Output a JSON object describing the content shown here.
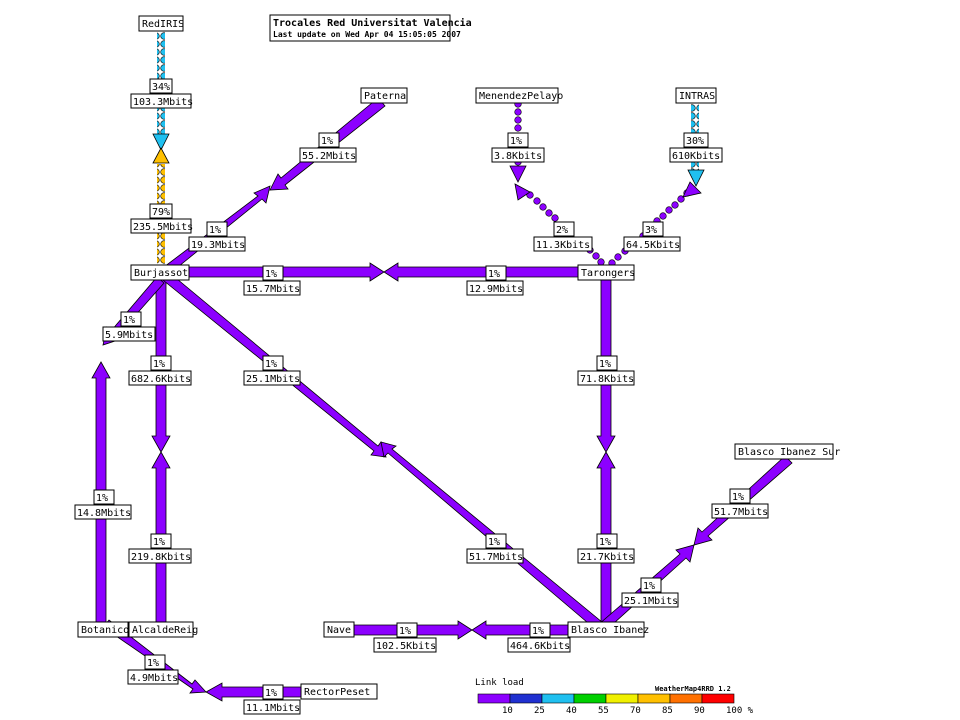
{
  "header": {
    "title": "Trocales Red Universitat Valencia",
    "updated": "Last update on Wed Apr 04 15:05:05 2007"
  },
  "colors": {
    "low": "#8c00ff",
    "blue": "#20c0f0",
    "orange": "#ffc000",
    "outline": "#000000"
  },
  "nodes": {
    "rediris": "RedIRIS",
    "paterna": "Paterna",
    "menendez": "MenendezPelayo",
    "intras": "INTRAS",
    "burjassot": "Burjassot",
    "tarongers": "Tarongers",
    "blasco_sur": "Blasco Ibanez Sur",
    "botanico": "Botanico",
    "alcalde": "AlcaldeReig",
    "nave": "Nave",
    "blasco": "Blasco Ibanez",
    "rector": "RectorPeset"
  },
  "links": {
    "rediris_in_pct": "34%",
    "rediris_in_bw": "103.3Mbits",
    "rediris_out_pct": "79%",
    "rediris_out_bw": "235.5Mbits",
    "paterna_in_pct": "1%",
    "paterna_in_bw": "55.2Mbits",
    "paterna_out_pct": "1%",
    "paterna_out_bw": "19.3Mbits",
    "menendez_in_pct": "1%",
    "menendez_in_bw": "3.8Kbits",
    "menendez_out_pct": "2%",
    "menendez_out_bw": "11.3Kbits",
    "intras_in_pct": "30%",
    "intras_in_bw": "610Kbits",
    "intras_out_pct": "3%",
    "intras_out_bw": "64.5Kbits",
    "bt_a_pct": "1%",
    "bt_a_bw": "15.7Mbits",
    "bt_b_pct": "1%",
    "bt_b_bw": "12.9Mbits",
    "bbot_a_pct": "1%",
    "bbot_a_bw": "5.9Mbits",
    "bbot_b_pct": "1%",
    "bbot_b_bw": "14.8Mbits",
    "balc_a_pct": "1%",
    "balc_a_bw": "682.6Kbits",
    "balc_b_pct": "1%",
    "balc_b_bw": "219.8Kbits",
    "bbl_a_pct": "1%",
    "bbl_a_bw": "25.1Mbits",
    "bbl_b_pct": "1%",
    "bbl_b_bw": "51.7Mbits",
    "tbl_a_pct": "1%",
    "tbl_a_bw": "71.8Kbits",
    "tbl_b_pct": "1%",
    "tbl_b_bw": "21.7Kbits",
    "bsur_a_pct": "1%",
    "bsur_a_bw": "51.7Mbits",
    "bsur_b_pct": "1%",
    "bsur_b_bw": "25.1Mbits",
    "nave_a_pct": "1%",
    "nave_a_bw": "102.5Kbits",
    "nave_b_pct": "1%",
    "nave_b_bw": "464.6Kbits",
    "rector_a_pct": "1%",
    "rector_a_bw": "4.9Mbits",
    "rector_b_pct": "1%",
    "rector_b_bw": "11.1Mbits"
  },
  "legend": {
    "title": "Link load",
    "credit": "WeatherMap4RRD 1.2",
    "ticks": [
      "10",
      "25",
      "40",
      "55",
      "70",
      "85",
      "90",
      "100 %"
    ],
    "colors": [
      "#8c00ff",
      "#2030d0",
      "#20c0f0",
      "#00d000",
      "#f0f000",
      "#ffc000",
      "#ff7000",
      "#ff0000"
    ]
  }
}
